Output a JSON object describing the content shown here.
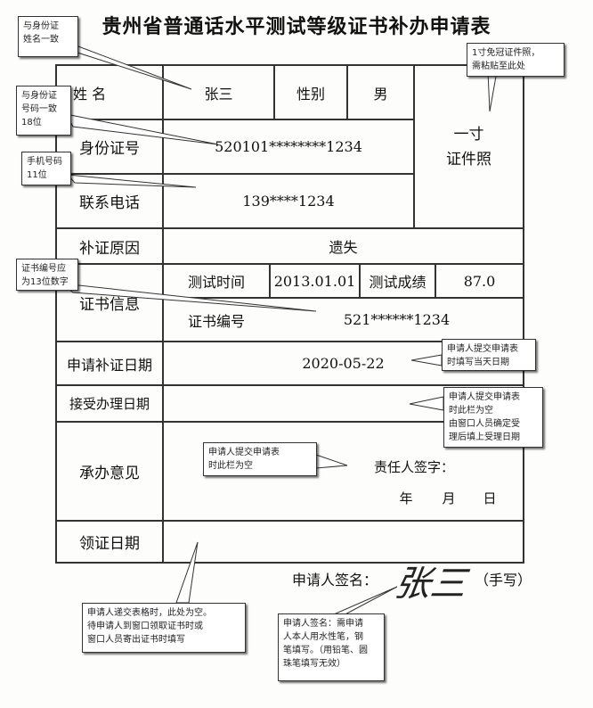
{
  "title": "贵州省普通话水平测试等级证书补办申请表",
  "form": {
    "name_label": "姓 名",
    "name_value": "张三",
    "gender_label": "性别",
    "gender_value": "男",
    "photo_line1": "一寸",
    "photo_line2": "证件照",
    "id_label": "身份证号",
    "id_value": "520101********1234",
    "phone_label": "联系电话",
    "phone_value": "139****1234",
    "reason_label": "补证原因",
    "reason_value": "遗失",
    "cert_info_label": "证书信息",
    "test_time_label": "测试时间",
    "test_time_value": "2013.01.01",
    "score_label": "测试成绩",
    "score_value": "87.0",
    "cert_no_label": "证书编号",
    "cert_no_value": "521******1234",
    "apply_date_label": "申请补证日期",
    "apply_date_value": "2020-05-22",
    "accept_date_label": "接受办理日期",
    "opinion_label": "承办意见",
    "responsible_label": "责任人签字：",
    "date_year": "年",
    "date_month": "月",
    "date_day": "日",
    "collect_date_label": "领证日期",
    "applicant_sign_label": "申请人签名：",
    "applicant_signature": "张三",
    "handwritten_note": "（手写）"
  },
  "callouts": {
    "name_note": "与身份证\n姓名一致",
    "id_note": "与身份证\n号码一致\n18位",
    "phone_note": "手机号码\n11位",
    "cert_no_note": "证书编号应\n为13位数字",
    "photo_note": "1寸免冠证件照，\n需粘贴至此处",
    "apply_date_note": "申请人提交申请表\n时填写当天日期",
    "accept_date_note": "申请人提交申请表\n时此栏为空\n由窗口人员确定受\n理后填上受理日期",
    "opinion_note": "申请人提交申请表\n时此栏为空",
    "collect_note": "申请人递交表格时，此处为空。\n待申请人到窗口领取证书时或\n窗口人员寄出证书时填写",
    "signature_note": "申请人签名：需申请\n人本人用水性笔，钢\n笔填写。（用铅笔、圆\n珠笔填写无效）"
  }
}
